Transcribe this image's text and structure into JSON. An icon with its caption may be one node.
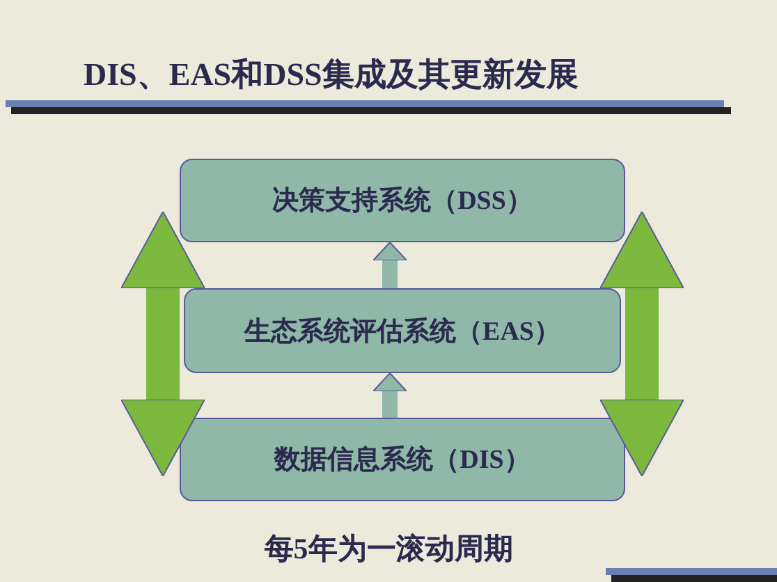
{
  "diagram": {
    "title": "DIS、EAS和DSS集成及其更新发展",
    "nodes": [
      {
        "text": [
          "决策支持系统（DSS）"
        ]
      },
      {
        "text": [
          "生态系统评估系统（EAS）"
        ]
      },
      {
        "text": [
          "数据信息系统（DIS）"
        ]
      }
    ],
    "edges": [
      {
        "from": 1,
        "to": 0,
        "arrow": "to"
      },
      {
        "from": 2,
        "to": 1,
        "arrow": "to"
      },
      {
        "from": 2,
        "to": 0,
        "arrow": "both",
        "style": "thick",
        "color": "#7cb83e"
      },
      {
        "from": 2,
        "to": 0,
        "arrow": "both",
        "style": "thick",
        "color": "#7cb83e"
      }
    ],
    "caption": "每5年为一滚动周期"
  }
}
